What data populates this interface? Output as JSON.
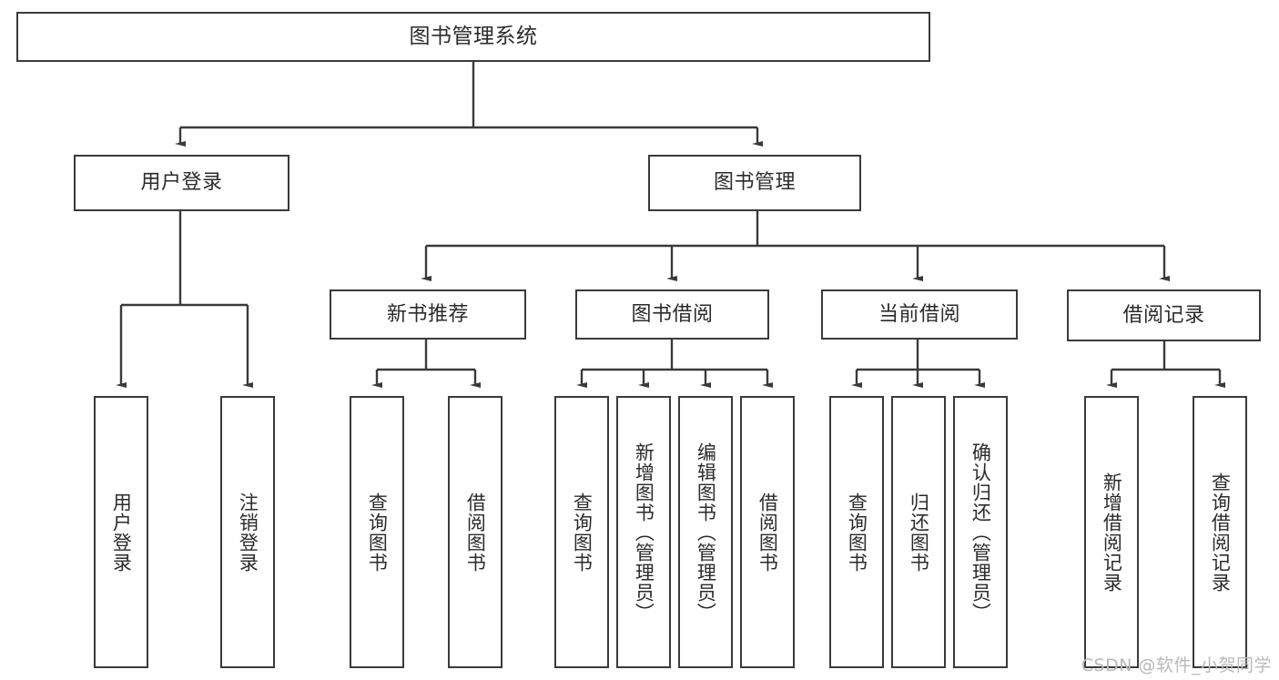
{
  "diagram": {
    "title": "图书管理系统",
    "watermark": "CSDN @软件_小贺同学",
    "colors": {
      "stroke": "#3a3a3a",
      "text": "#2b2b2b",
      "background": "#ffffff",
      "watermark": "#b9b9b9"
    },
    "nodes": {
      "root": {
        "label": "图书管理系统"
      },
      "level2": [
        {
          "label": "用户登录"
        },
        {
          "label": "图书管理"
        }
      ],
      "level3": [
        {
          "label": "新书推荐"
        },
        {
          "label": "图书借阅"
        },
        {
          "label": "当前借阅"
        },
        {
          "label": "借阅记录"
        }
      ],
      "leaves": {
        "user_login": [
          {
            "label": "用户登录"
          },
          {
            "label": "注销登录"
          }
        ],
        "new_book_recommend": [
          {
            "label": "查询图书"
          },
          {
            "label": "借阅图书"
          }
        ],
        "book_borrow": [
          {
            "label": "查询图书"
          },
          {
            "label": "新增图书（管理员）"
          },
          {
            "label": "编辑图书（管理员）"
          },
          {
            "label": "借阅图书"
          }
        ],
        "current_borrow": [
          {
            "label": "查询图书"
          },
          {
            "label": "归还图书"
          },
          {
            "label": "确认归还（管理员）"
          }
        ],
        "borrow_record": [
          {
            "label": "新增借阅记录"
          },
          {
            "label": "查询借阅记录"
          }
        ]
      }
    }
  }
}
